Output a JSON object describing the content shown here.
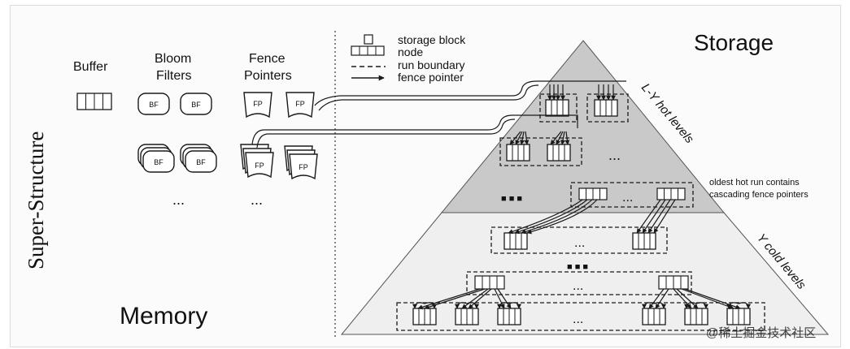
{
  "memory": {
    "title": "Memory",
    "side_label": "Super-Structure",
    "buffer_label": "Buffer",
    "bloom_label_1": "Bloom",
    "bloom_label_2": "Filters",
    "fence_label_1": "Fence",
    "fence_label_2": "Pointers",
    "bf_text": "BF",
    "fp_text": "FP",
    "ellipsis": "..."
  },
  "storage": {
    "title": "Storage",
    "hot_levels_label": "L-Y hot levels",
    "cold_levels_label": "Y cold levels",
    "annotation_1": "oldest hot run contains",
    "annotation_2": "cascading fence pointers",
    "ellipsis": "...",
    "dots": "■ ■ ■"
  },
  "legend": [
    {
      "icon": "storage-block-icon",
      "label": "storage block"
    },
    {
      "icon": "node-icon",
      "label": "node"
    },
    {
      "icon": "run-boundary-icon",
      "label": "run boundary"
    },
    {
      "icon": "fence-pointer-arrow-icon",
      "label": "fence pointer"
    }
  ],
  "colors": {
    "hot_fill": "#c9c9c9",
    "cold_fill": "#efefef",
    "stroke": "#1a1a1a"
  },
  "watermark": "@稀土掘金技术社区"
}
